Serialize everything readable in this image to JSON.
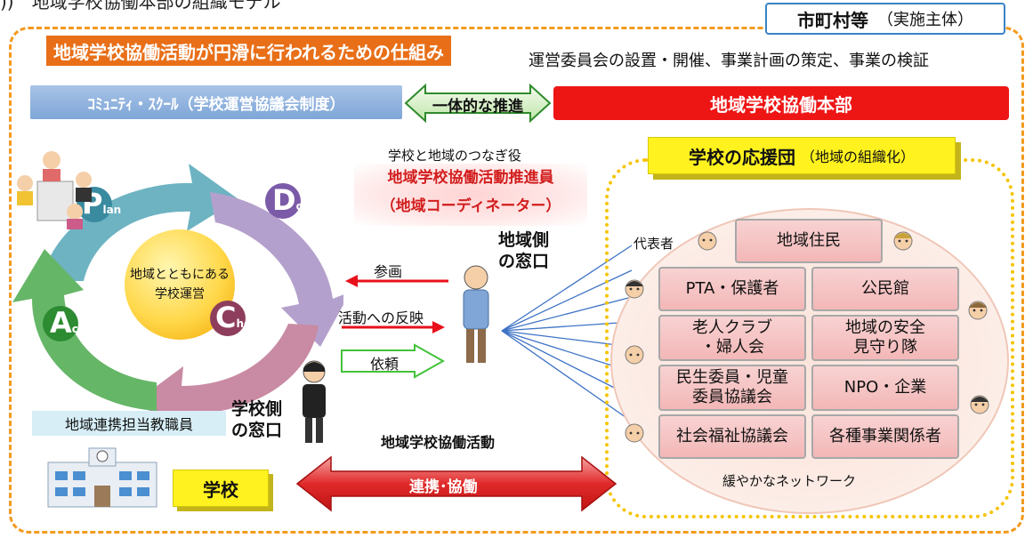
{
  "header": {
    "page_heading": "))　地域学校協働本部の組織モデル",
    "implementing_body": "市町村等",
    "implementing_body_note": "（実施主体）"
  },
  "banner": {
    "mechanism": "地域学校協働活動が円滑に行われるための仕組み",
    "council_tasks": "運営委員会の設置・開催、事業計画の策定、事業の検証"
  },
  "top_row": {
    "community_school": "ｺﾐｭﾆﾃｨ・ｽｸｰﾙ（学校運営協議会制度）",
    "integrated_promotion": "一体的な推進",
    "headquarters": "地域学校協働本部"
  },
  "pdca": {
    "center_line1": "地域とともにある",
    "center_line2": "学校運営",
    "plan_big": "P",
    "plan_small": "lan",
    "do_big": "D",
    "do_small": "o",
    "check_big": "C",
    "check_small": "heck",
    "act_big": "A",
    "act_small": "ct"
  },
  "promoter": {
    "role_label": "学校と地域のつなぎ役",
    "title_line1": "地域学校協働活動推進員",
    "title_line2": "（地域コーディネーター）"
  },
  "flows": {
    "participation": "参画",
    "reflection": "活動への反映",
    "request": "依頼"
  },
  "community_window": {
    "line1": "地域側",
    "line2": "の窓口"
  },
  "school_window": {
    "line1": "学校側",
    "line2": "の窓口"
  },
  "support_group": {
    "title": "学校の応援団",
    "subtitle": "（地域の組織化）",
    "representative_label": "代表者",
    "organizations": {
      "residents": [
        "地域住民"
      ],
      "pta": [
        "PTA・保護者"
      ],
      "community_hall": [
        "公民館"
      ],
      "seniors": [
        "老人クラブ",
        "・婦人会"
      ],
      "safety_watch": [
        "地域の安全",
        "見守り隊"
      ],
      "welfare_commissioners": [
        "民生委員・児童",
        "委員協議会"
      ],
      "npo": [
        "NPO・企業"
      ],
      "social_welfare": [
        "社会福祉協議会"
      ],
      "business": [
        "各種事業関係者"
      ]
    },
    "network_label": "緩やかなネットワーク"
  },
  "school": {
    "staff_label": "地域連携担当教職員",
    "school_label": "学校"
  },
  "bottom": {
    "activity_label": "地域学校協働活動",
    "cooperation_label": "連携･協働"
  },
  "colors": {
    "dashed_frame": "#f39a1e",
    "orange_banner": "#e86f18",
    "hq_red": "#ee1515",
    "community_blue": "#7ea6d8",
    "support_yellow": "#fff21f",
    "network_line_blue": "#3f73c6",
    "arrow_red": "#e8111b",
    "arrow_green": "#44c23a"
  }
}
